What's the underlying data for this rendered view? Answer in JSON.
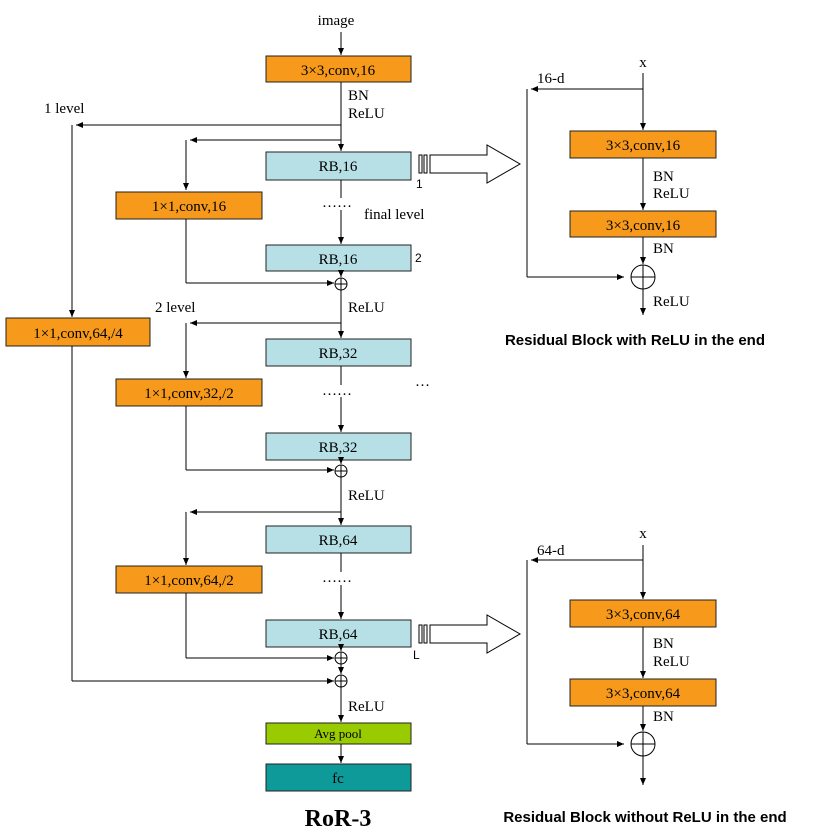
{
  "labels": {
    "image": "image",
    "conv3_16": "3×3,conv,16",
    "bn": "BN",
    "relu": "ReLU",
    "level1": "1 level",
    "level2": "2 level",
    "final_level": "final level",
    "rb16": "RB,16",
    "rb32": "RB,32",
    "rb64": "RB,64",
    "conv1_16": "1×1,conv,16",
    "conv1_64_4": "1×1,conv,64,/4",
    "conv1_32_2": "1×1,conv,32,/2",
    "conv1_64_2": "1×1,conv,64,/2",
    "avgpool": "Avg pool",
    "fc": "fc",
    "title": "RoR-3",
    "dots": "……",
    "ellipsis": "…",
    "mark1": "1",
    "mark2": "2",
    "markL": "L"
  },
  "block1": {
    "x": "x",
    "dim": "16-d",
    "conv": "3×3,conv,16",
    "caption": "Residual Block with ReLU in the end"
  },
  "block2": {
    "x": "x",
    "dim": "64-d",
    "conv": "3×3,conv,64",
    "caption": "Residual Block without ReLU in the end"
  },
  "colors": {
    "orange": "#f79a1b",
    "cyan": "#b6e0e6",
    "green": "#99cc00",
    "teal": "#0f9a9a"
  }
}
